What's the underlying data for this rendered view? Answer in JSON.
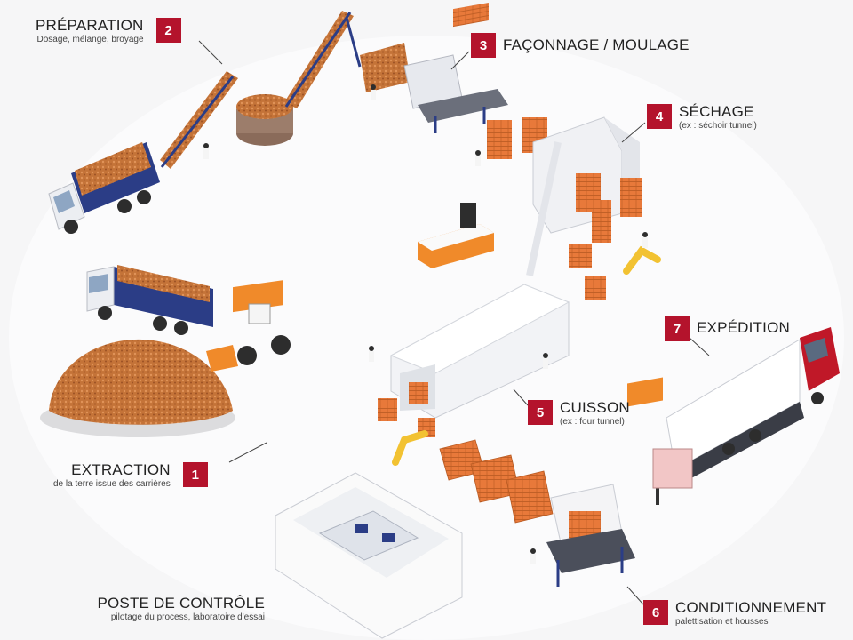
{
  "steps": [
    {
      "id": "1",
      "number": "1",
      "title": "EXTRACTION",
      "subtitle": "de la terre issue des carrières"
    },
    {
      "id": "2",
      "number": "2",
      "title": "PRÉPARATION",
      "subtitle": "Dosage, mélange, broyage"
    },
    {
      "id": "3",
      "number": "3",
      "title": "FAÇONNAGE / MOULAGE",
      "subtitle": ""
    },
    {
      "id": "4",
      "number": "4",
      "title": "SÉCHAGE",
      "subtitle": "(ex : séchoir tunnel)"
    },
    {
      "id": "5",
      "number": "5",
      "title": "CUISSON",
      "subtitle": "(ex : four tunnel)"
    },
    {
      "id": "6",
      "number": "6",
      "title": "CONDITIONNEMENT",
      "subtitle": "palettisation et housses"
    },
    {
      "id": "7",
      "number": "7",
      "title": "EXPÉDITION",
      "subtitle": ""
    },
    {
      "id": "control",
      "number": "",
      "title": "POSTE DE CONTRÔLE",
      "subtitle": "pilotage du process, laboratoire d'essai"
    }
  ],
  "colors": {
    "badge": "#b4132c",
    "clay": "#c8753a",
    "brick": "#e2762f",
    "machine_blue": "#2b3d86",
    "truck_red": "#c01828",
    "robot_yellow": "#f2c232"
  }
}
